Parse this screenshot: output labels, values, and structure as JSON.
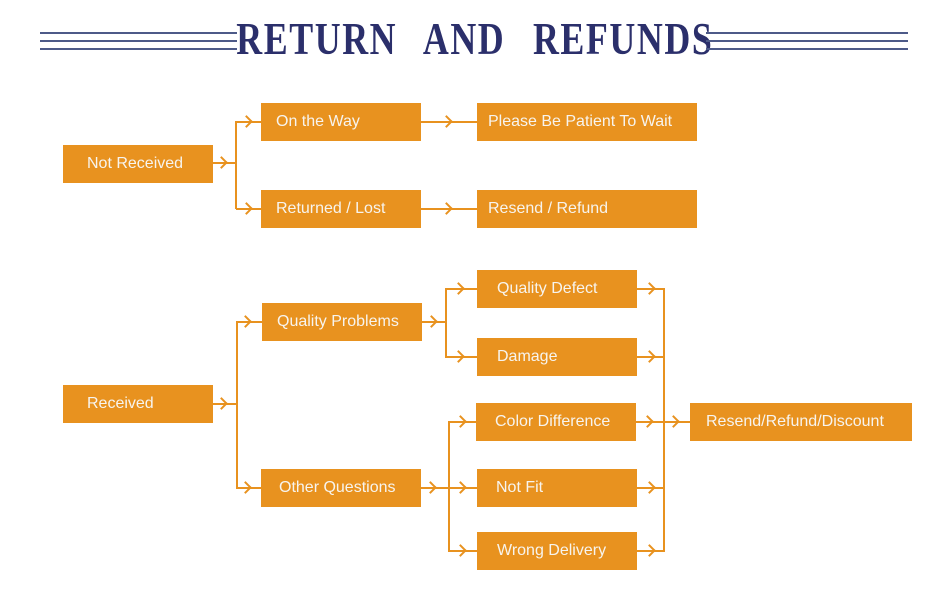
{
  "header": {
    "title": "RETURN AND REFUNDS"
  },
  "flowchart": {
    "nodes": {
      "not_received": "Not Received",
      "on_the_way": "On the Way",
      "returned_lost": "Returned / Lost",
      "please_wait": "Please Be Patient To Wait",
      "resend_refund": "Resend / Refund",
      "received": "Received",
      "quality_problems": "Quality Problems",
      "other_questions": "Other Questions",
      "quality_defect": "Quality Defect",
      "damage": "Damage",
      "color_difference": "Color Difference",
      "not_fit": "Not Fit",
      "wrong_delivery": "Wrong Delivery",
      "resend_refund_discount": "Resend/Refund/Discount"
    },
    "edges": [
      {
        "from": "Not Received",
        "to": "On the Way"
      },
      {
        "from": "Not Received",
        "to": "Returned / Lost"
      },
      {
        "from": "On the Way",
        "to": "Please Be Patient To Wait"
      },
      {
        "from": "Returned / Lost",
        "to": "Resend / Refund"
      },
      {
        "from": "Received",
        "to": "Quality Problems"
      },
      {
        "from": "Received",
        "to": "Other Questions"
      },
      {
        "from": "Quality Problems",
        "to": "Quality Defect"
      },
      {
        "from": "Quality Problems",
        "to": "Damage"
      },
      {
        "from": "Other Questions",
        "to": "Color Difference"
      },
      {
        "from": "Other Questions",
        "to": "Not Fit"
      },
      {
        "from": "Other Questions",
        "to": "Wrong Delivery"
      },
      {
        "from": "Quality Defect",
        "to": "Resend/Refund/Discount"
      },
      {
        "from": "Damage",
        "to": "Resend/Refund/Discount"
      },
      {
        "from": "Color Difference",
        "to": "Resend/Refund/Discount"
      },
      {
        "from": "Not Fit",
        "to": "Resend/Refund/Discount"
      },
      {
        "from": "Wrong Delivery",
        "to": "Resend/Refund/Discount"
      }
    ]
  },
  "colors": {
    "box_fill": "#E8921F",
    "box_text": "#F7F4EE",
    "connector": "#E8921F",
    "title_text": "#2B2F6B",
    "title_rules": "#4D5A88",
    "background": "#FFFFFF"
  }
}
